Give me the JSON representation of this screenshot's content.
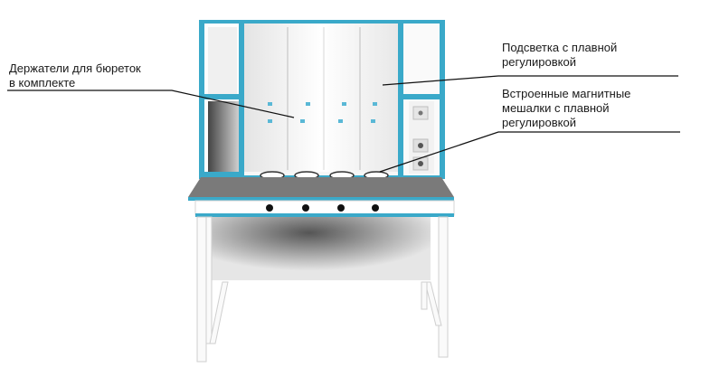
{
  "callouts": {
    "burette_holders": {
      "line1": "Держатели для бюреток",
      "line2": "в комплекте"
    },
    "backlight": {
      "line1": "Подсветка с плавной",
      "line2": "регулировкой"
    },
    "stirrers": {
      "line1": "Встроенные магнитные",
      "line2": "мешалки с плавной",
      "line3": "регулировкой"
    }
  },
  "colors": {
    "frame_accent": "#3aa9c9",
    "worktop": "#7a7a7a",
    "panel": "#f4f4f4",
    "leader_line": "#111111"
  },
  "illustration": {
    "subject": "titration-workstation",
    "stirrer_count": 4,
    "outlet_count": 3
  }
}
